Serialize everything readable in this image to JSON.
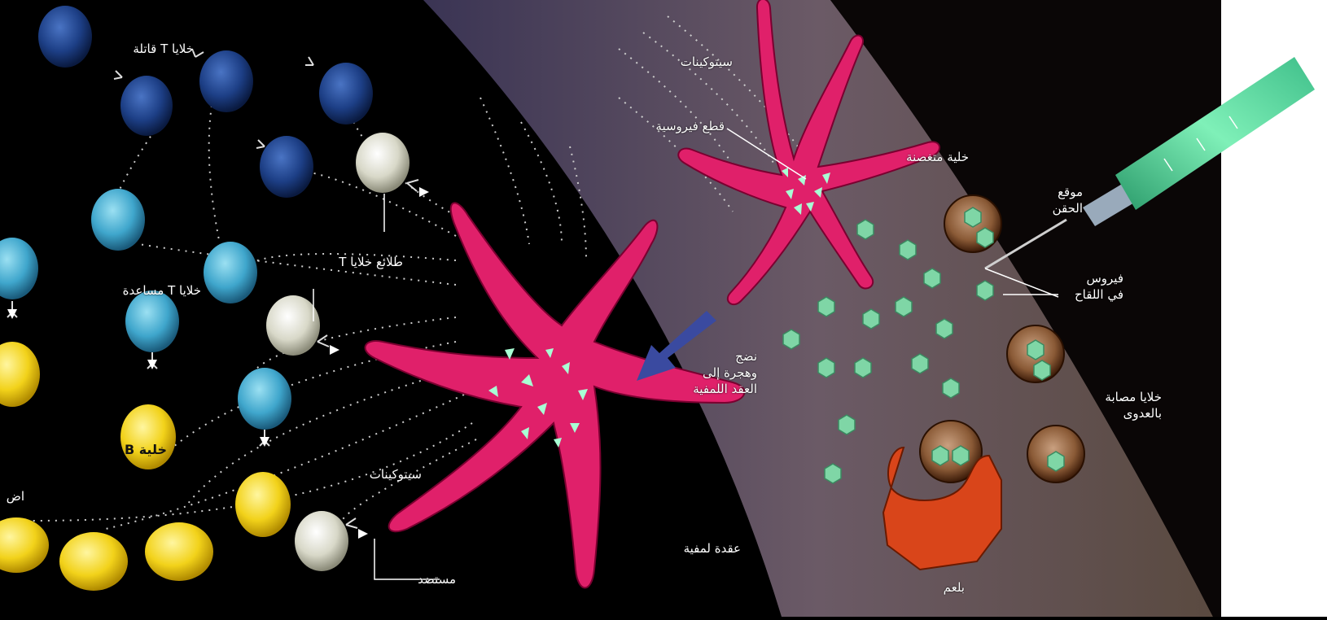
{
  "labels": {
    "killer_t": "خلايا T قاتلة",
    "helper_t": "خلايا T مساعدة",
    "t_precursors": "طلائع خلايا T",
    "b_cell": "خلية B",
    "cytokines_lower": "سيتوكينات",
    "antigen": "مستضد",
    "maturation_migration": "نضج\nوهجرة إلى\nالعقد اللمفية",
    "lymph_node": "عقدة لمفية",
    "cytokines_upper": "سيتوكينات",
    "viral_fragments": "قطع فيروسية",
    "dendritic_cell": "خلية متغصنة",
    "injection_site": "موقع\nالحقن",
    "vaccine_virus": "فيروس\nفي اللقاح",
    "infected_cells": "خلايا مصابة\nبالعدوى",
    "phagocyte": "بلعم",
    "cropped_left": "اض"
  },
  "colors": {
    "background": "#000000",
    "tissue_band": "#6b5a66",
    "dendritic_cell": "#e0206a",
    "t_precursor": "#d8d8c8",
    "killer_t": "#1d3f86",
    "helper_t": "#3fa6cc",
    "b_cell": "#f2d21a",
    "virus": "#7fd6a6",
    "infected_cell": "#6e3a1e",
    "phagocyte": "#d9451a",
    "syringe": "#3fbf8a"
  },
  "icons": [
    "syringe-icon",
    "migration-arrow-icon"
  ]
}
